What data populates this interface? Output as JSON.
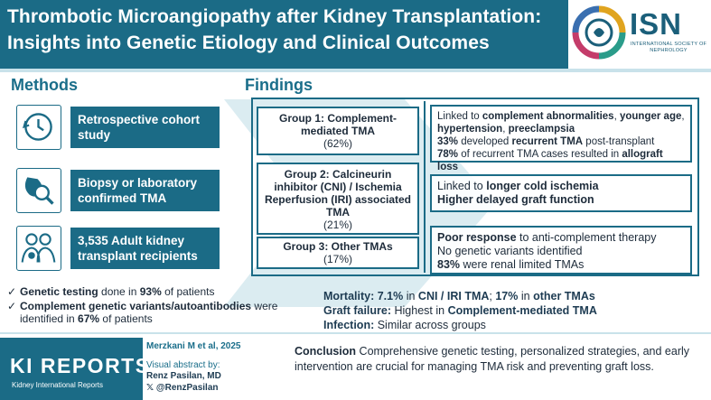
{
  "header": {
    "title_line1": "Thrombotic Microangiopathy after Kidney Transplantation:",
    "title_line2": "Insights into Genetic Etiology and Clinical Outcomes",
    "logo": {
      "name": "ISN",
      "subtitle": "INTERNATIONAL SOCIETY OF NEPHROLOGY"
    }
  },
  "colors": {
    "primary": "#1b6b86",
    "accent_light": "#c9e2ea",
    "text": "#1d2b3a"
  },
  "methods": {
    "title": "Methods",
    "items": [
      {
        "icon": "clock-history-icon",
        "label": "Retrospective cohort study"
      },
      {
        "icon": "biopsy-magnifier-icon",
        "label": "Biopsy or laboratory confirmed TMA"
      },
      {
        "icon": "patients-group-icon",
        "label": "3,535 Adult kidney transplant recipients"
      }
    ]
  },
  "findings": {
    "title": "Findings",
    "groups": [
      {
        "title": "Group 1: Complement-mediated TMA",
        "percent": "(62%)"
      },
      {
        "title": "Group 2: Calcineurin inhibitor (CNI) / Ischemia Reperfusion (IRI) associated TMA",
        "percent": "(21%)"
      },
      {
        "title": "Group 3: Other TMAs",
        "percent": "(17%)"
      }
    ],
    "results": {
      "g1": {
        "l1_pre": "Linked to ",
        "l1_b1": "complement abnormalities",
        "l1_mid": ", ",
        "l1_b2": "younger age",
        "l1_end": ",",
        "l2_b": "hypertension",
        "l2_mid": ", ",
        "l2_b2": "preeclampsia",
        "l3_b": "33%",
        "l3_mid": " developed ",
        "l3_b2": "recurrent TMA",
        "l3_end": " post-transplant",
        "l4_b": "78%",
        "l4_mid": " of recurrent TMA cases resulted in ",
        "l4_b2": "allograft loss"
      },
      "g2": {
        "l1_pre": "Linked to ",
        "l1_b": "longer cold ischemia",
        "l2_b": "Higher delayed graft function"
      },
      "g3": {
        "l1_b": "Poor response",
        "l1_end": " to anti-complement therapy",
        "l2": "No genetic variants identified",
        "l3_b": "83%",
        "l3_end": " were renal limited TMAs"
      }
    }
  },
  "checks": [
    {
      "mark": "✓",
      "b": "Genetic testing",
      "mid": " done in ",
      "b2": "93%",
      "end": " of patients"
    },
    {
      "mark": "✓",
      "b": "Complement genetic variants/autoantibodies",
      "mid": " were identified in ",
      "b2": "67%",
      "end": " of patients"
    }
  ],
  "outcomes": {
    "mortality_label": "Mortality: ",
    "mortality_b1": "7.1%",
    "mortality_t1": " in ",
    "mortality_b2": "CNI / IRI TMA",
    "mortality_t2": "; ",
    "mortality_b3": "17%",
    "mortality_t3": " in ",
    "mortality_b4": "other TMAs",
    "graft_label": "Graft failure: ",
    "graft_text": "Highest in ",
    "graft_b": "Complement-mediated TMA",
    "infection_label": "Infection: ",
    "infection_text": "Similar across groups"
  },
  "footer": {
    "journal_logo": "KI REPORTS",
    "journal_sub": "Kidney International Reports",
    "citation": "Merzkani M et al, 2025",
    "visual_by": "Visual abstract by:",
    "author": "Renz Pasilan, MD",
    "handle": "@RenzPasilan",
    "conclusion_label": "Conclusion",
    "conclusion_text": "  Comprehensive genetic testing, personalized strategies, and early intervention are crucial for managing TMA risk and preventing graft loss."
  }
}
